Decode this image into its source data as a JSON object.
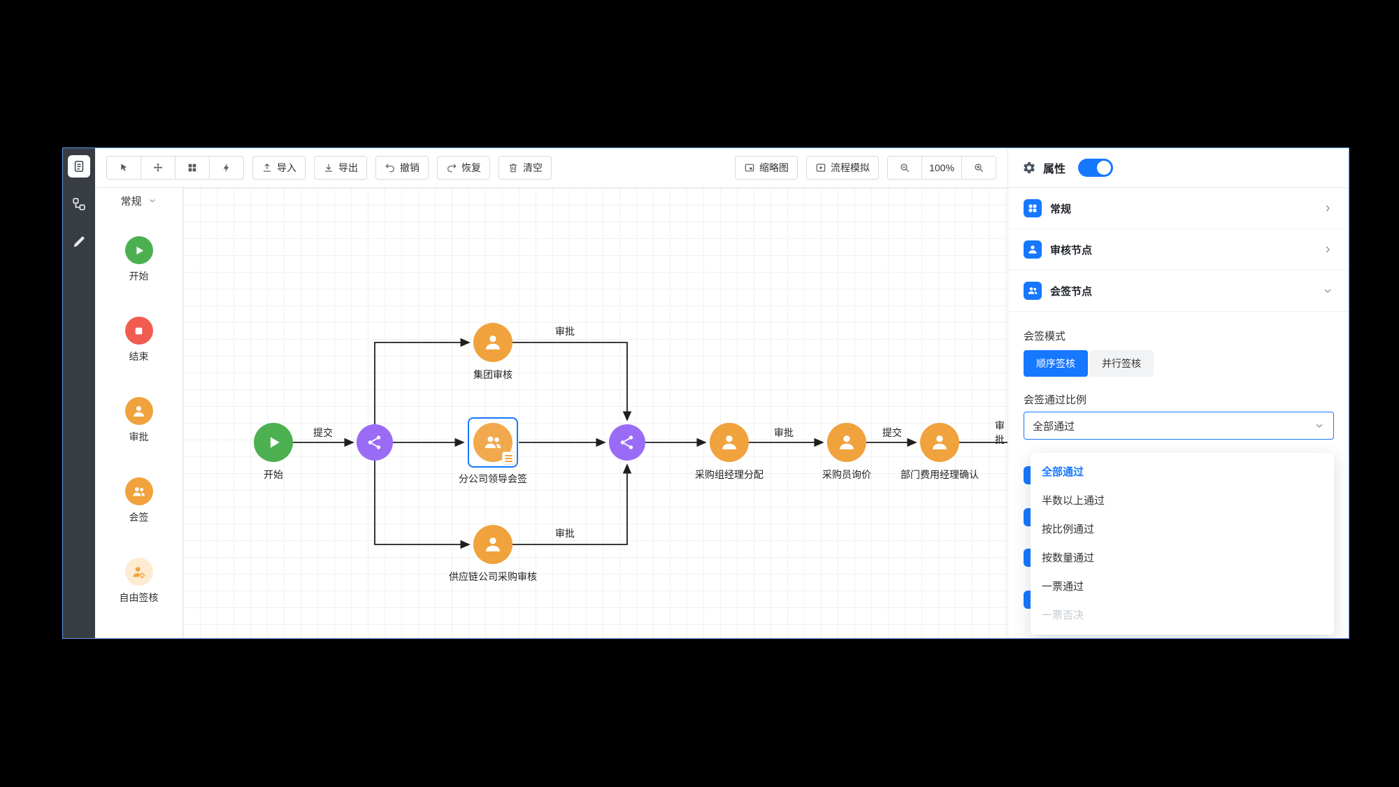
{
  "colors": {
    "accent_blue": "#1677FF",
    "node_green": "#4CB050",
    "node_red": "#F15B50",
    "node_amber": "#F0A23C",
    "node_purple": "#9A6CF5"
  },
  "toolbar": {
    "import_label": "导入",
    "export_label": "导出",
    "undo_label": "撤销",
    "redo_label": "恢复",
    "clear_label": "清空",
    "thumbnail_label": "缩略图",
    "simulate_label": "流程模拟",
    "zoom_level": "100%"
  },
  "palette": {
    "header": "常规",
    "items": [
      {
        "label": "开始",
        "type": "start"
      },
      {
        "label": "结束",
        "type": "end"
      },
      {
        "label": "审批",
        "type": "approval"
      },
      {
        "label": "会签",
        "type": "countersign"
      },
      {
        "label": "自由签核",
        "type": "free-sign"
      }
    ]
  },
  "canvas": {
    "nodes": [
      {
        "label": "开始",
        "type": "start"
      },
      {
        "type": "gateway"
      },
      {
        "label": "集团审核",
        "type": "approval"
      },
      {
        "label": "分公司领导会签",
        "type": "countersign",
        "selected": true
      },
      {
        "label": "供应链公司采购审核",
        "type": "approval"
      },
      {
        "type": "gateway"
      },
      {
        "label": "采购组经理分配",
        "type": "approval"
      },
      {
        "label": "采购员询价",
        "type": "approval"
      },
      {
        "label": "部门费用经理确认",
        "type": "approval"
      }
    ],
    "edge_labels": [
      "提交",
      "审批",
      "审批",
      "审批",
      "提交",
      "审批"
    ]
  },
  "properties": {
    "title": "属性",
    "toggle_on": true,
    "sections": [
      {
        "label": "常规",
        "expanded": false
      },
      {
        "label": "审核节点",
        "expanded": false
      },
      {
        "label": "会签节点",
        "expanded": true
      }
    ],
    "mode_label": "会签模式",
    "mode_options": [
      {
        "label": "顺序签核",
        "selected": true
      },
      {
        "label": "并行签核",
        "selected": false
      }
    ],
    "ratio_label": "会签通过比例",
    "ratio_value": "全部通过",
    "dropdown_options": [
      {
        "label": "全部通过",
        "state": "selected"
      },
      {
        "label": "半数以上通过",
        "state": "normal"
      },
      {
        "label": "按比例通过",
        "state": "normal"
      },
      {
        "label": "按数量通过",
        "state": "normal"
      },
      {
        "label": "一票通过",
        "state": "normal"
      },
      {
        "label": "一票否决",
        "state": "disabled"
      }
    ]
  }
}
